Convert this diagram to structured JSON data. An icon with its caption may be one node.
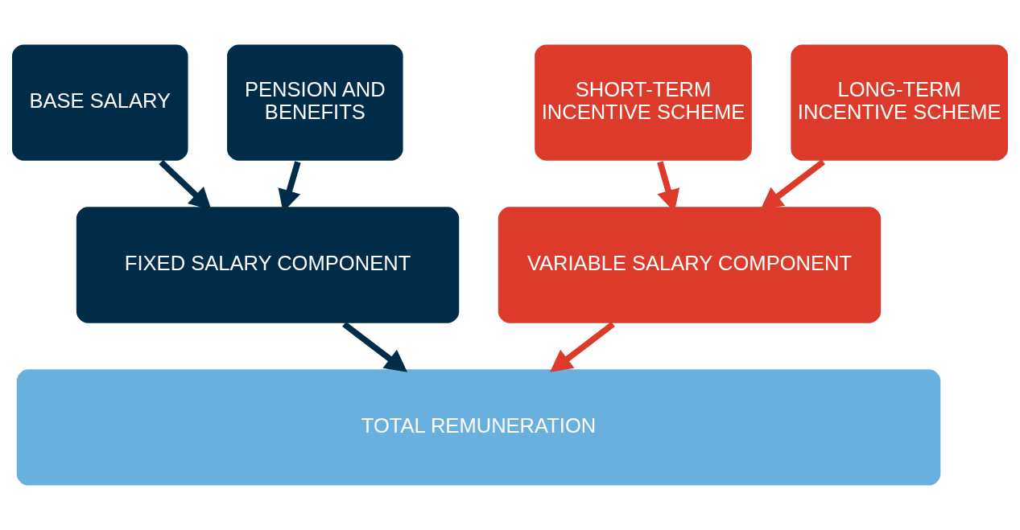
{
  "diagram": {
    "nodes": [
      {
        "text": [
          "BASE SALARY"
        ]
      },
      {
        "text": [
          "PENSION AND BENEFITS"
        ]
      },
      {
        "text": [
          "SHORT-TERM INCENTIVE SCHEME"
        ]
      },
      {
        "text": [
          "LONG-TERM INCENTIVE SCHEME"
        ]
      },
      {
        "text": [
          "FIXED SALARY COMPONENT"
        ]
      },
      {
        "text": [
          "VARIABLE SALARY COMPONENT"
        ]
      },
      {
        "text": [
          "TOTAL REMUNERATION"
        ]
      }
    ],
    "edges": [
      {
        "from": 0,
        "to": 4,
        "arrow": "to",
        "color": "#002b49"
      },
      {
        "from": 1,
        "to": 4,
        "arrow": "to",
        "color": "#002b49"
      },
      {
        "from": 2,
        "to": 5,
        "arrow": "to",
        "color": "#dc3a2a"
      },
      {
        "from": 3,
        "to": 5,
        "arrow": "to",
        "color": "#dc3a2a"
      },
      {
        "from": 4,
        "to": 6,
        "arrow": "to",
        "color": "#002b49"
      },
      {
        "from": 5,
        "to": 6,
        "arrow": "to",
        "color": "#dc3a2a"
      }
    ]
  }
}
